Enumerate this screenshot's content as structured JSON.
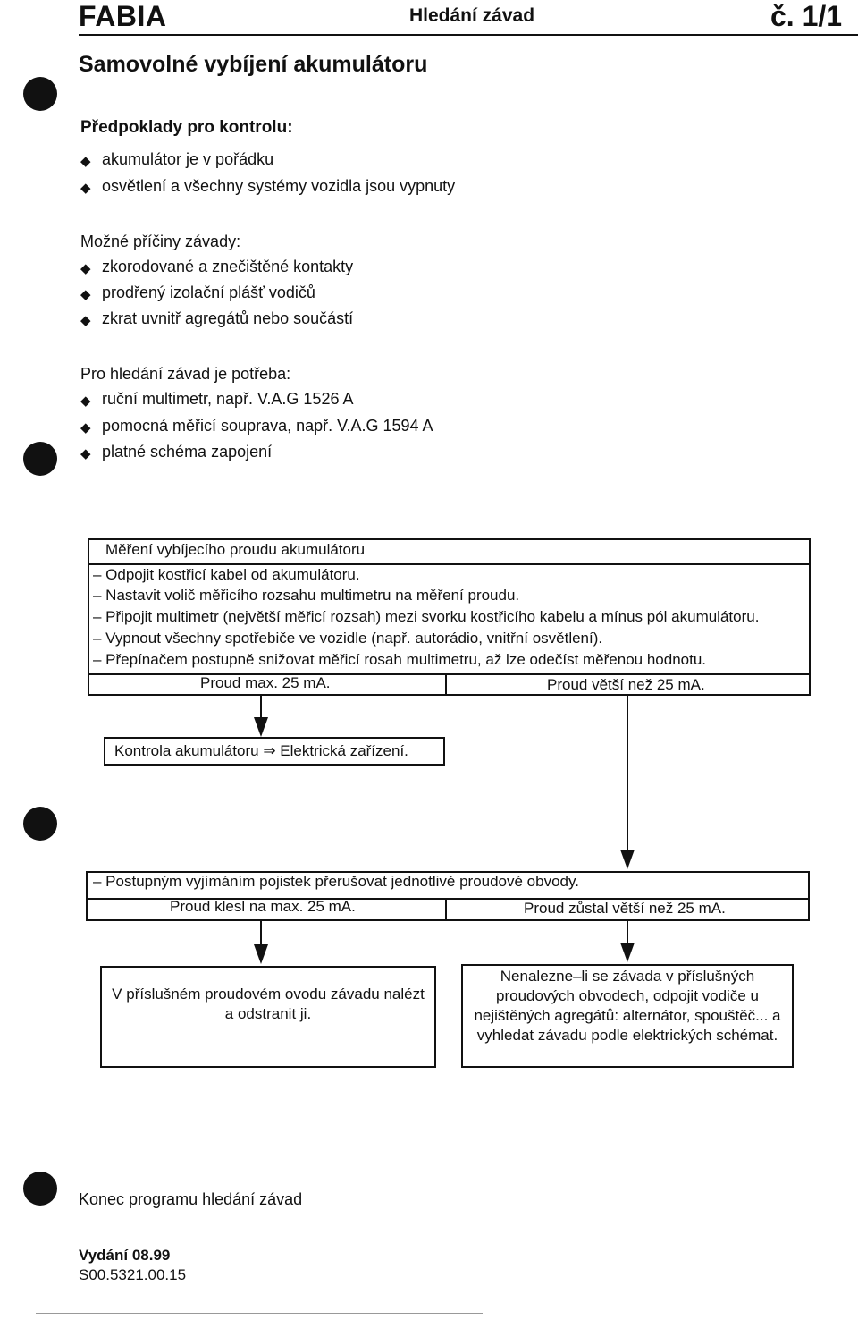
{
  "header": {
    "brand": "FABIA",
    "title": "Hledání závad",
    "number": "č. 1/1"
  },
  "heading": "Samovolné vybíjení akumulátoru",
  "prerequisites": {
    "title": "Předpoklady pro kontrolu:",
    "items": [
      "akumulátor je v pořádku",
      "osvětlení a všechny systémy vozidla jsou vypnuty"
    ]
  },
  "causes": {
    "title": "Možné příčiny závady:",
    "items": [
      "zkorodované a znečištěné kontakty",
      "prodřený izolační plášť vodičů",
      "zkrat uvnitř agregátů nebo součástí"
    ]
  },
  "needs": {
    "title": "Pro hledání závad je potřeba:",
    "items": [
      "ruční multimetr, např. V.A.G 1526 A",
      "pomocná měřicí souprava, např. V.A.G 1594 A",
      "platné schéma zapojení"
    ]
  },
  "bullet_symbol": "◆",
  "measure_box": {
    "title": "Měření vybíjecího proudu akumulátoru",
    "steps": [
      "– Odpojit kostřicí kabel od akumulátoru.",
      "– Nastavit volič měřicího rozsahu multimetru na měření proudu.",
      "– Připojit multimetr (největší měřicí rozsah) mezi svorku kostřicího kabelu a mínus pól akumulátoru.",
      "– Vypnout všechny spotřebiče ve vozidle (např. autorádio, vnitřní osvětlení).",
      "– Přepínačem postupně snižovat měřicí rosah multimetru, až lze odečíst měřenou hodnotu."
    ],
    "result_left": "Proud max. 25 mA.",
    "result_right": "Proud větší než 25 mA."
  },
  "check_box": "Kontrola akumulátoru ⇒ Elektrická zařízení.",
  "fuse_box": {
    "step": "– Postupným vyjímáním pojistek přerušovat jednotlivé proudové obvody.",
    "result_left": "Proud klesl na max. 25 mA.",
    "result_right": "Proud zůstal větší než 25 mA."
  },
  "fix_box": "V příslušném proudovém ovodu závadu nalézt a odstranit ji.",
  "search_box": "Nenalezne–li se závada v příslušných proudových obvodech, odpojit vodiče u nejištěných agregátů: alternátor, spouštěč... a vyhledat závadu podle elektrických schémat.",
  "end_text": "Konec programu hledání závad",
  "footer": {
    "edition": "Vydání 08.99",
    "code": "S00.5321.00.15"
  }
}
